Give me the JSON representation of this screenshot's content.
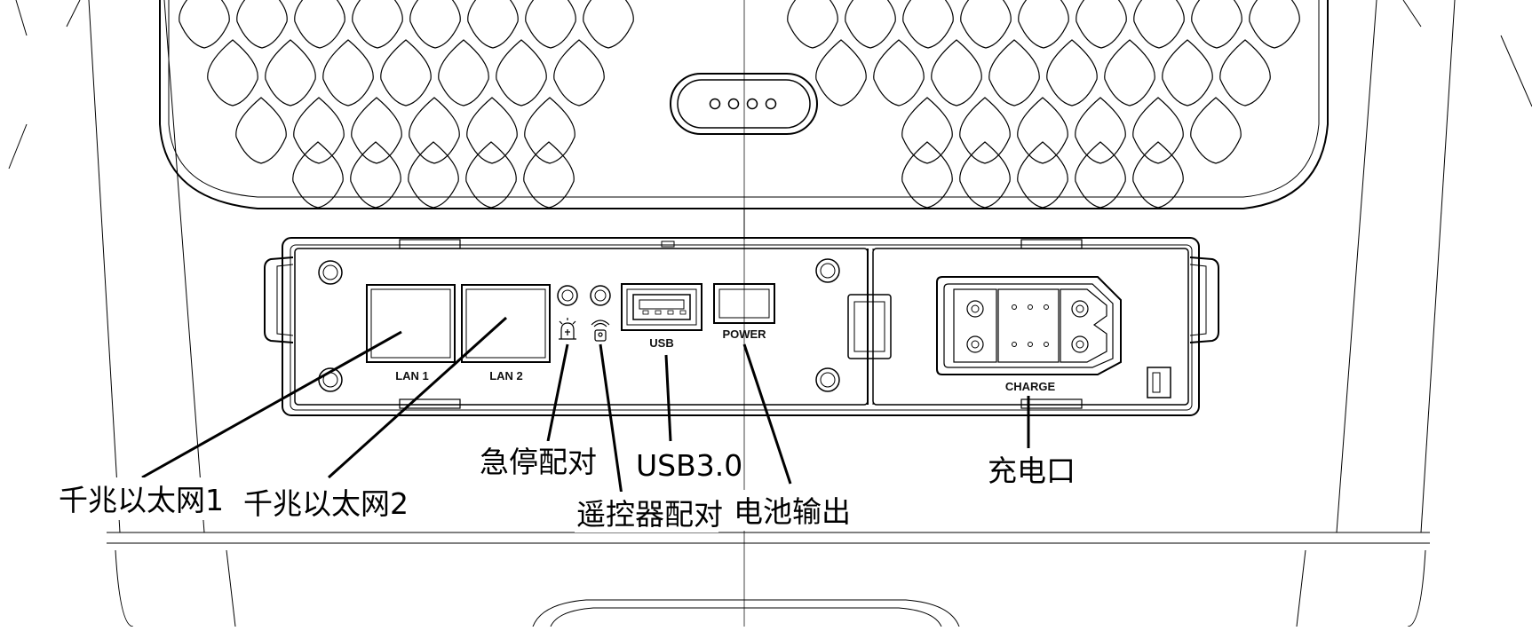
{
  "panel": {
    "silkscreen": {
      "lan1": "LAN 1",
      "lan2": "LAN 2",
      "usb": "USB",
      "power": "POWER",
      "charge": "CHARGE"
    }
  },
  "callouts": {
    "lan1": "千兆以太网1",
    "lan2": "千兆以太网2",
    "estop_pair": "急停配对",
    "remote_pair": "遥控器配对",
    "usb": "USB3.0",
    "battery_out": "电池输出",
    "charge": "充电口"
  }
}
